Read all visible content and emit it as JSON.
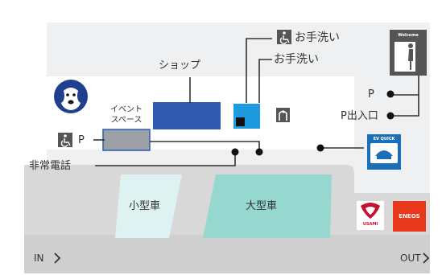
{
  "labels": {
    "shop": "ショップ",
    "event_space": "イベント\nスペース",
    "restroom_accessible": "お手洗い",
    "restroom": "お手洗い",
    "parking": "P",
    "parking_entrance": "P出入口",
    "emergency_phone": "非常電話",
    "small_car": "小型車",
    "large_car": "大型車",
    "entrance": "IN",
    "exit": "OUT"
  },
  "signs": {
    "welcome": "Welcome",
    "ev_quick": "EV QUICK",
    "eneos": "ENEOS",
    "usami": "USAMI"
  },
  "colors": {
    "shop": "#2f5aad",
    "restroom": "#1e9be0",
    "event_space": "#9aa0a6",
    "small_car_bay": "#def3f1",
    "large_car_bay": "#96d7d0",
    "parking_lot": "#d8d8d8",
    "road": "#cfcfcf",
    "background": "#eef0f2",
    "ev_sign": "#1b6fb8",
    "eneos": "#e8381c"
  },
  "icons": [
    "wheelchair-icon",
    "welcome-person-icon",
    "dog-mascot-icon",
    "baby-care-icon",
    "ev-charger-icon",
    "usami-logo-icon",
    "eneos-logo-icon"
  ]
}
